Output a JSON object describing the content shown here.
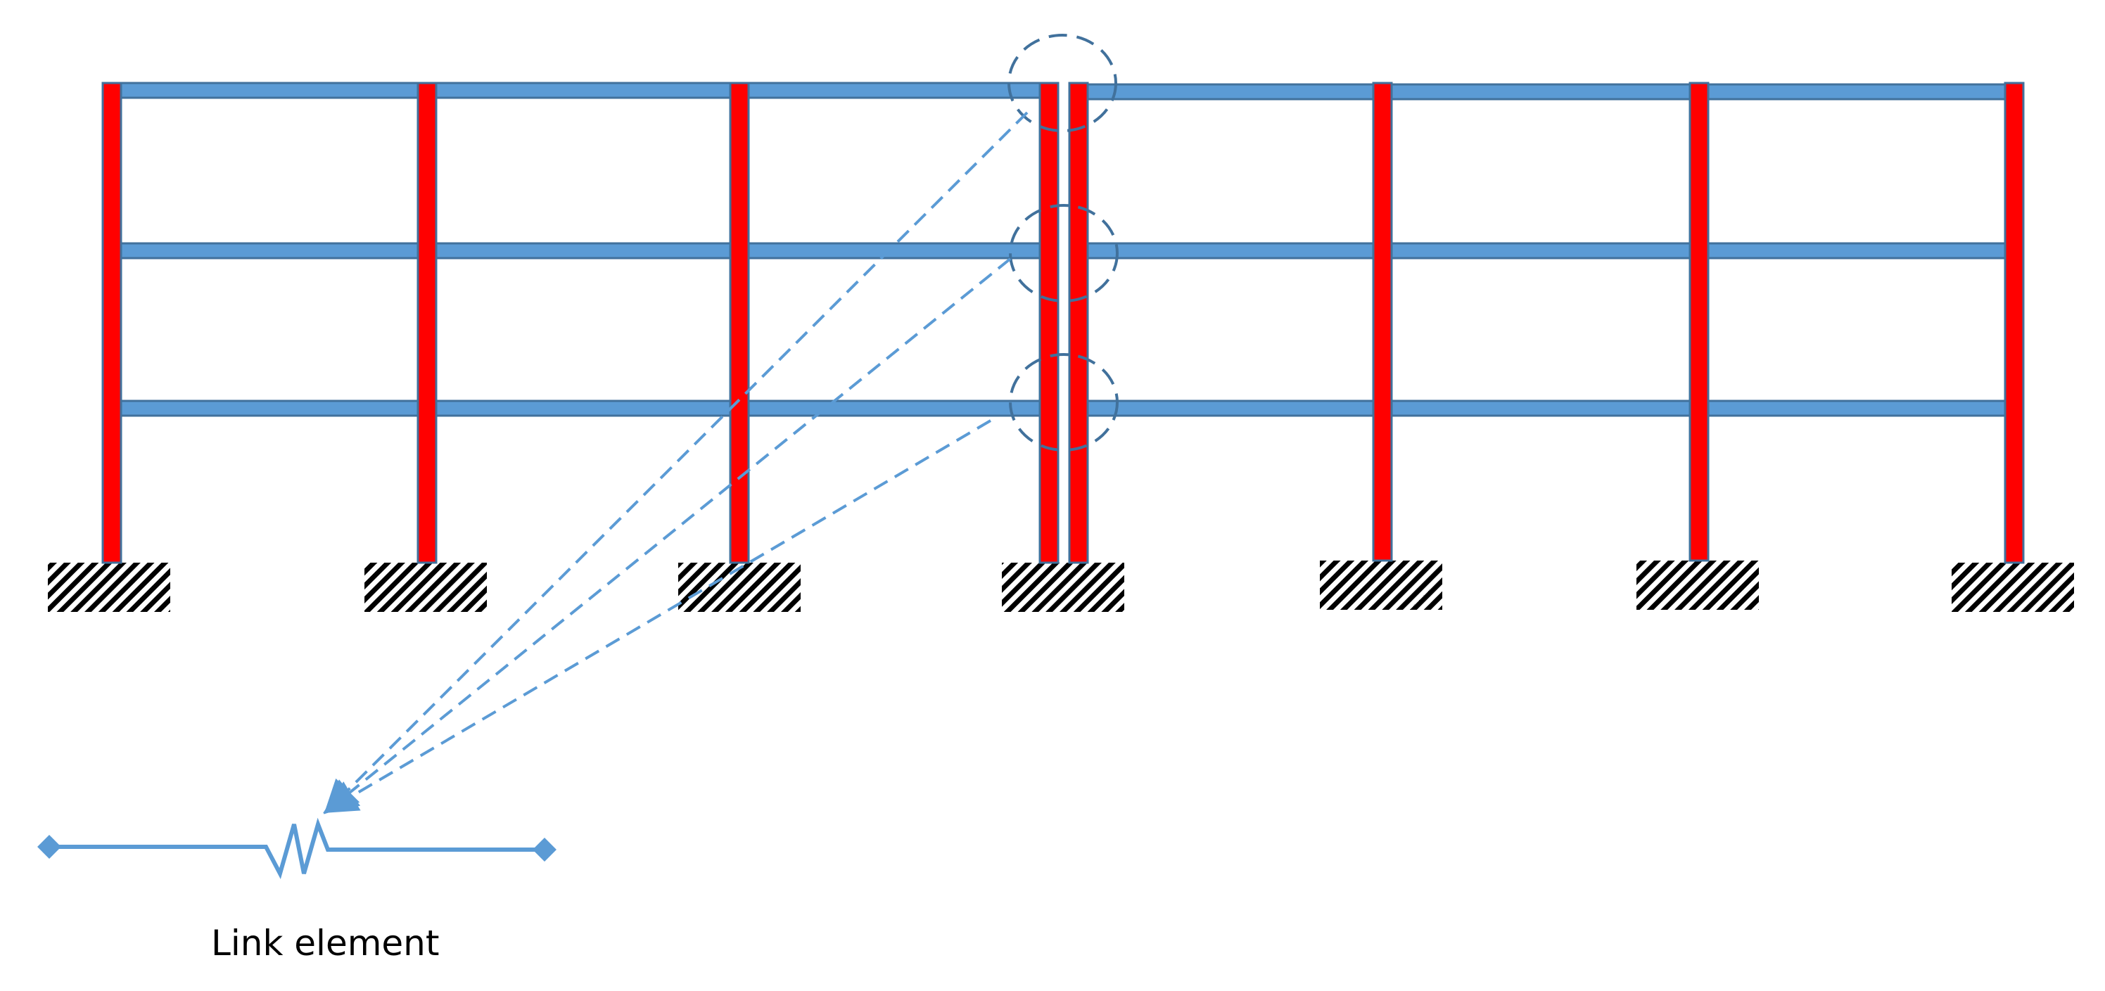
{
  "caption": "Link element",
  "colors": {
    "beam_fill": "#5b9bd5",
    "beam_stroke": "#41719c",
    "column_fill": "#ff0000",
    "column_stroke": "#41719c",
    "hatch": "#000000",
    "leader": "#5b9bd5",
    "link": "#5b9bd5",
    "highlight_circle": "#41719c"
  },
  "structure": {
    "left_frame": {
      "bays": 3,
      "stories": 3
    },
    "right_frame": {
      "bays": 3,
      "stories": 3
    },
    "gap_between_frames": true
  },
  "icons": [
    "fixed-support-hatch",
    "spring-symbol",
    "diamond-node",
    "dashed-circle"
  ]
}
